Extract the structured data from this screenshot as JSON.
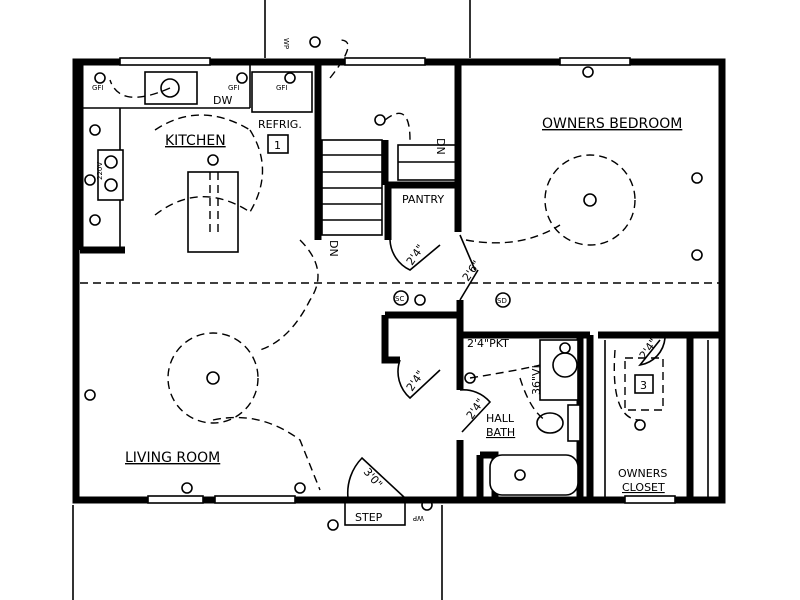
{
  "rooms": {
    "kitchen": "KITCHEN",
    "owners_bedroom": "OWNERS BEDROOM",
    "pantry": "PANTRY",
    "living_room": "LIVING ROOM",
    "hall_bath_1": "HALL",
    "hall_bath_2": "BATH",
    "owners_closet_1": "OWNERS",
    "owners_closet_2": "CLOSET"
  },
  "fixtures": {
    "refrig": "REFRIG.",
    "dw": "DW",
    "gfi": "GFI",
    "range_220v": "220V",
    "step": "STEP",
    "wp": "WP",
    "sc": "SC",
    "sd": "SD",
    "vanity": "36\"VI",
    "pocket_door": "2'4\"PKT",
    "stair_dn": "DN"
  },
  "keys": [
    "1",
    "3"
  ],
  "door_sizes": {
    "pantry": "2'4\"",
    "bedroom": "2'6\"",
    "hall_closet": "2'4\"",
    "bath": "2'4\"",
    "closet": "2'4\"",
    "entry": "3'0\""
  }
}
